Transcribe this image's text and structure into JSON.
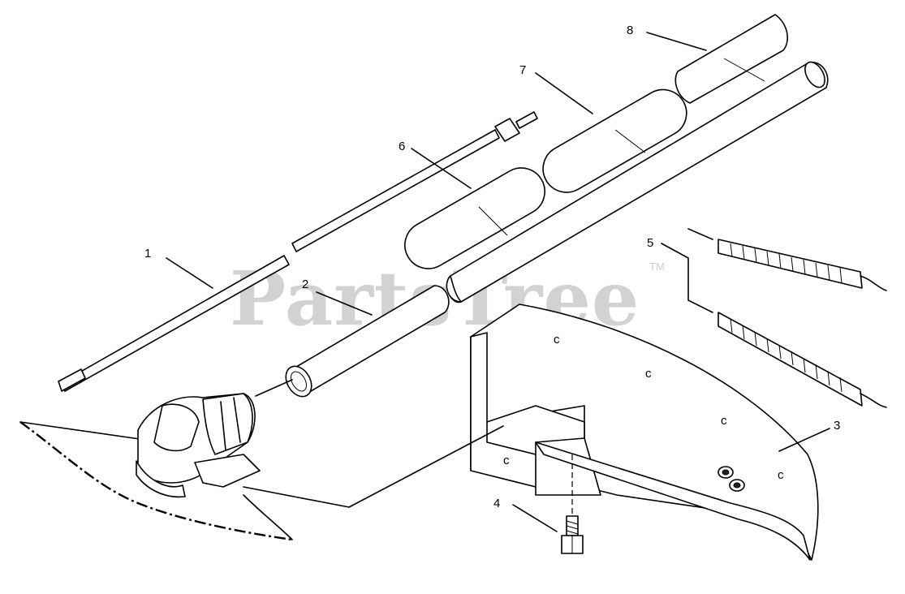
{
  "watermark": {
    "text": "PartsTree",
    "trademark": "TM"
  },
  "callouts": [
    {
      "id": "1",
      "label": "1"
    },
    {
      "id": "2",
      "label": "2"
    },
    {
      "id": "3",
      "label": "3"
    },
    {
      "id": "4",
      "label": "4"
    },
    {
      "id": "5",
      "label": "5"
    },
    {
      "id": "6",
      "label": "6"
    },
    {
      "id": "7",
      "label": "7"
    },
    {
      "id": "8",
      "label": "8"
    }
  ]
}
